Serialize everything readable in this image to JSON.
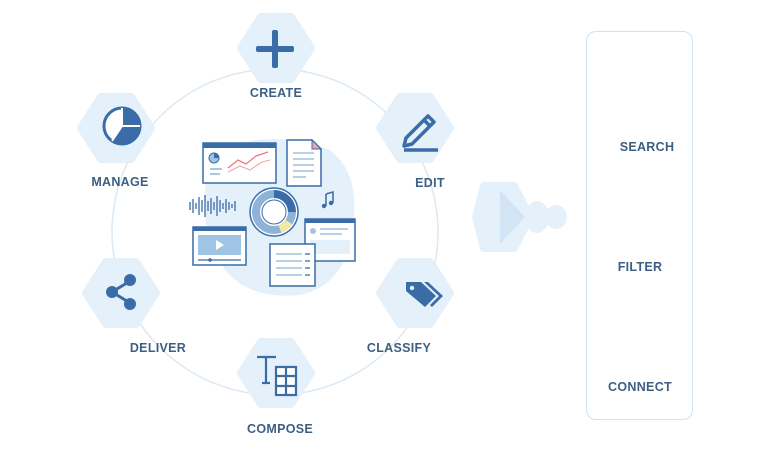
{
  "workflow": {
    "create": "CREATE",
    "edit": "EDIT",
    "classify": "CLASSIFY",
    "compose": "COMPOSE",
    "deliver": "DELIVER",
    "manage": "MANAGE"
  },
  "capabilities": {
    "search": "SEARCH",
    "filter": "FILTER",
    "connect": "CONNECT"
  },
  "colors": {
    "hex_fill": "#e4f0fa",
    "icon": "#3a6ca8",
    "label": "#3e5f84",
    "ring": "#dbe9f5"
  }
}
